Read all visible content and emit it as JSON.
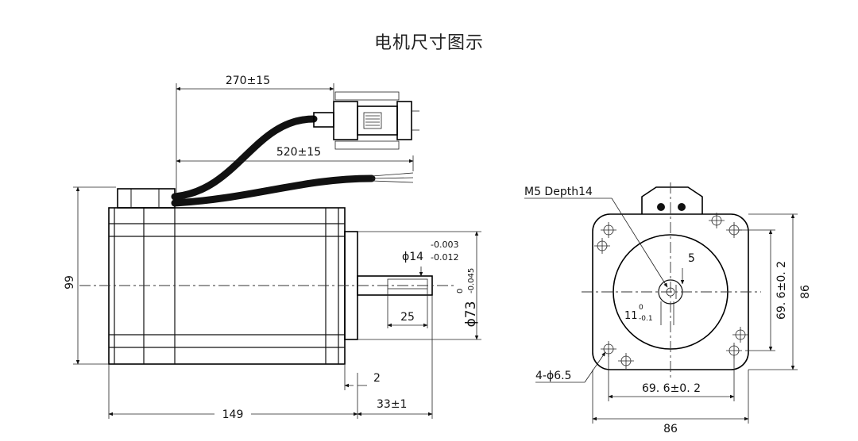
{
  "title": "电机尺寸图示",
  "side_view": {
    "dims": {
      "cable_short": "270±15",
      "cable_long": "520±15",
      "height": "99",
      "body_length": "149",
      "flange": "2",
      "shaft_length": "33±1",
      "key_length": "25",
      "shaft_dia": "ϕ14",
      "shaft_tol_upper": "-0.003",
      "shaft_tol_lower": "-0.012",
      "pilot_dia": "ϕ73",
      "pilot_tol_upper": "0",
      "pilot_tol_lower": "-0.045"
    }
  },
  "front_view": {
    "dims": {
      "thread": "M5 Depth14",
      "key_width": "5",
      "key_height": "11",
      "key_tol_upper": "0",
      "key_tol_lower": "-0.1",
      "holes": "4-ϕ6.5",
      "hole_spacing_h": "69. 6±0. 2",
      "hole_spacing_v": "69. 6±0. 2",
      "width": "86",
      "height": "86"
    }
  }
}
